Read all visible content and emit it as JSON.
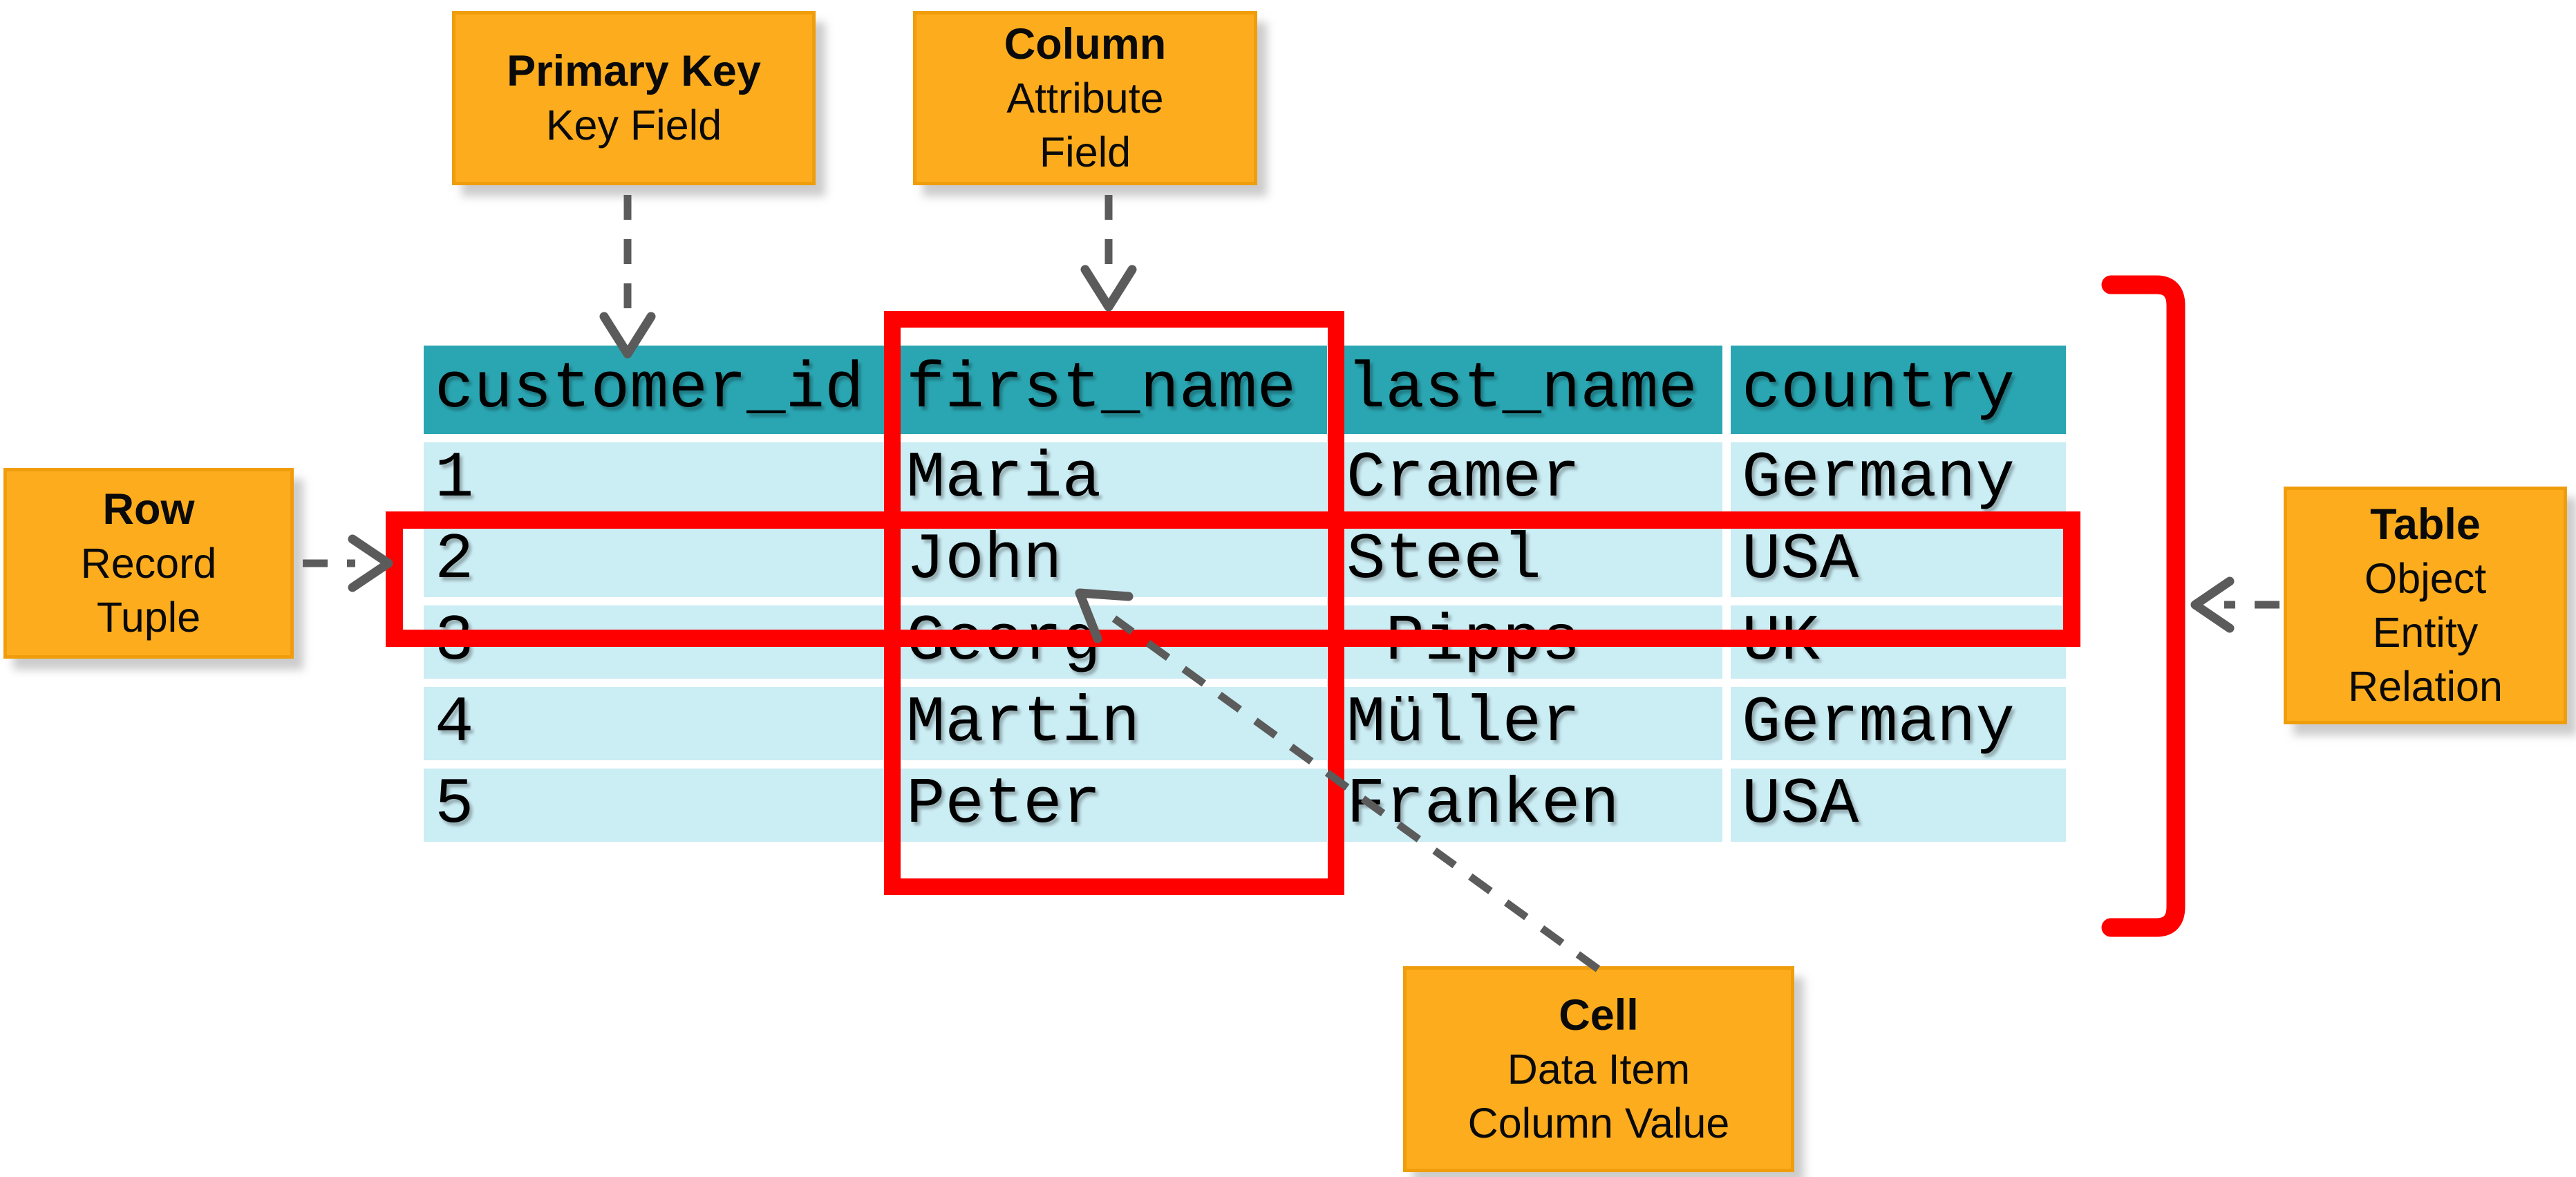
{
  "table": {
    "columns": [
      "customer_id",
      "first_name",
      "last_name",
      "country"
    ],
    "rows": [
      [
        "1",
        "Maria",
        "Cramer",
        "Germany"
      ],
      [
        "2",
        "John",
        "Steel",
        "USA"
      ],
      [
        "3",
        "Georg",
        " Pipps",
        "UK"
      ],
      [
        "4",
        "Martin",
        "Müller",
        "Germany"
      ],
      [
        "5",
        "Peter",
        "Franken",
        "USA"
      ]
    ]
  },
  "callouts": {
    "primary_key": {
      "title": "Primary Key",
      "lines": [
        "Key Field"
      ]
    },
    "column": {
      "title": "Column",
      "lines": [
        "Attribute",
        "Field"
      ]
    },
    "row": {
      "title": "Row",
      "lines": [
        "Record",
        "Tuple"
      ]
    },
    "table": {
      "title": "Table",
      "lines": [
        "Object",
        "Entity",
        "Relation"
      ]
    },
    "cell": {
      "title": "Cell",
      "lines": [
        "Data Item",
        "Column Value"
      ]
    }
  },
  "colors": {
    "callout_orange": "#fcac1d",
    "callout_border": "#f09d0c",
    "header_teal": "#2aa6b2",
    "row_blue": "#cbedf4",
    "highlight_red": "#ff0000",
    "arrow_gray": "#5b5b5b",
    "text": "#000000"
  }
}
